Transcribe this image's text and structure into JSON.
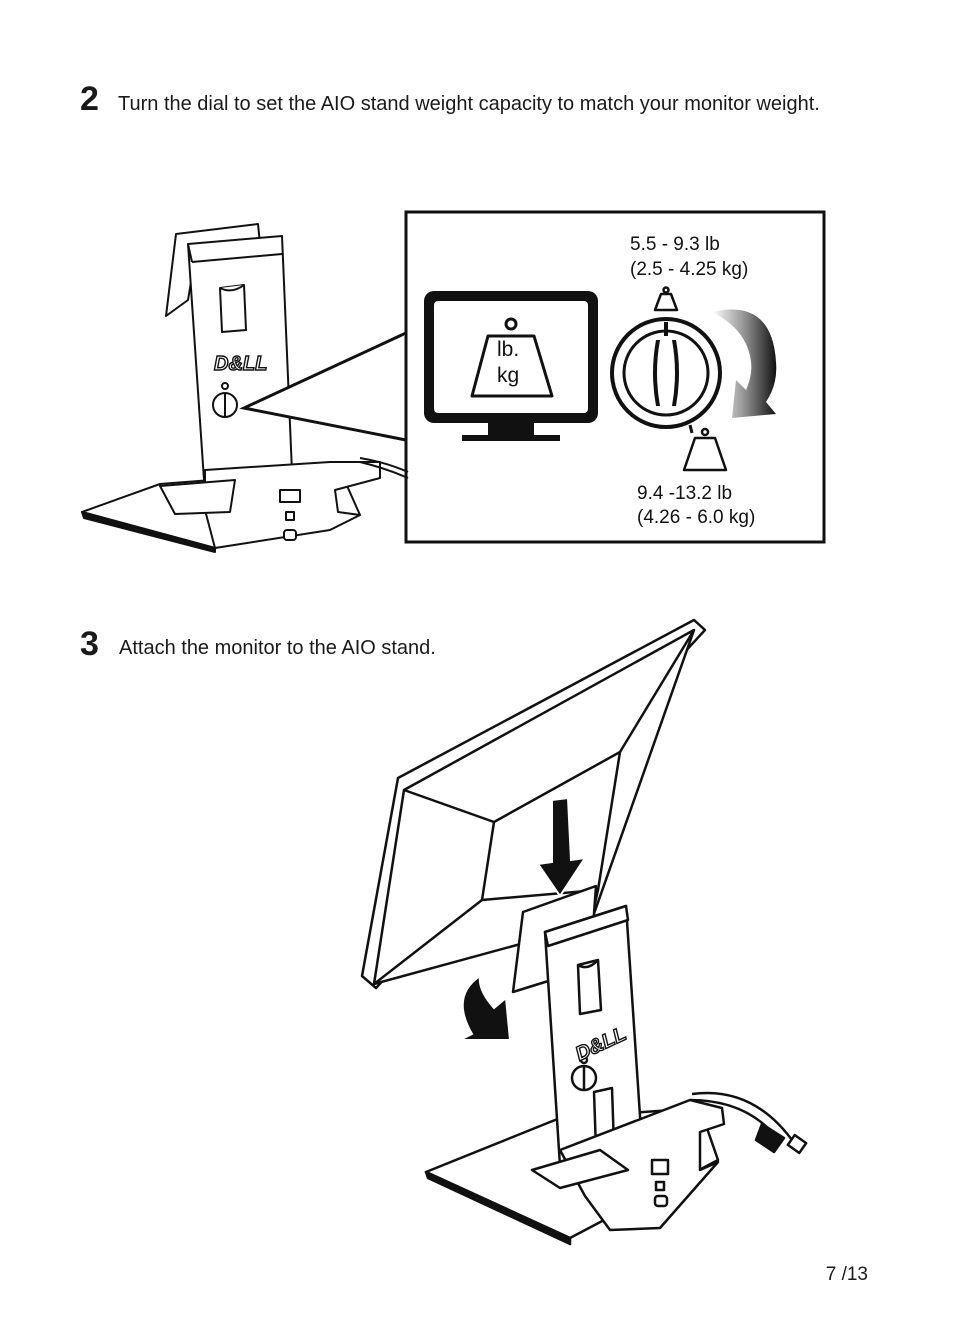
{
  "step2": {
    "number": "2",
    "text": "Turn the dial to set the AIO stand weight capacity to match your monitor weight."
  },
  "callout": {
    "light_range_lb": "5.5 - 9.3 lb",
    "light_range_kg": "(2.5 - 4.25 kg)",
    "heavy_range_lb": "9.4 -13.2 lb",
    "heavy_range_kg": "(4.26 - 6.0 kg)",
    "weight_unit_lb": "lb.",
    "weight_unit_kg": "kg"
  },
  "stand_logo": "D&LL",
  "step3": {
    "number": "3",
    "text": "Attach the monitor to the AIO stand."
  },
  "page_number": "7 /13"
}
